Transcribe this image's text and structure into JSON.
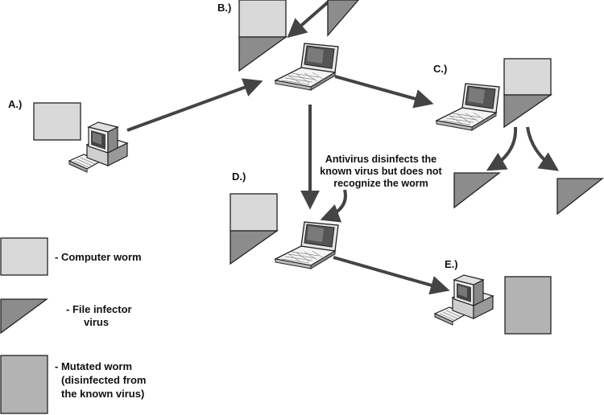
{
  "labels": {
    "a": "A.)",
    "b": "B.)",
    "c": "C.)",
    "d": "D.)",
    "e": "E.)"
  },
  "annotation": {
    "line1": "Antivirus disinfects the",
    "line2": "known virus but does not",
    "line3": "recognize the worm"
  },
  "legend": {
    "worm": "- Computer worm",
    "virus_line1": "- File infector",
    "virus_line2": "virus",
    "mutated_line1": "- Mutated worm",
    "mutated_line2": "(disinfected from",
    "mutated_line3": "the known virus)"
  },
  "icons": {
    "desktop": "desktop-computer-icon",
    "laptop": "laptop-computer-icon"
  },
  "colors": {
    "worm_fill": "#d9d9d9",
    "virus_fill": "#8c8c8c",
    "mutated_fill": "#b3b3b3",
    "arrow": "#444444"
  }
}
